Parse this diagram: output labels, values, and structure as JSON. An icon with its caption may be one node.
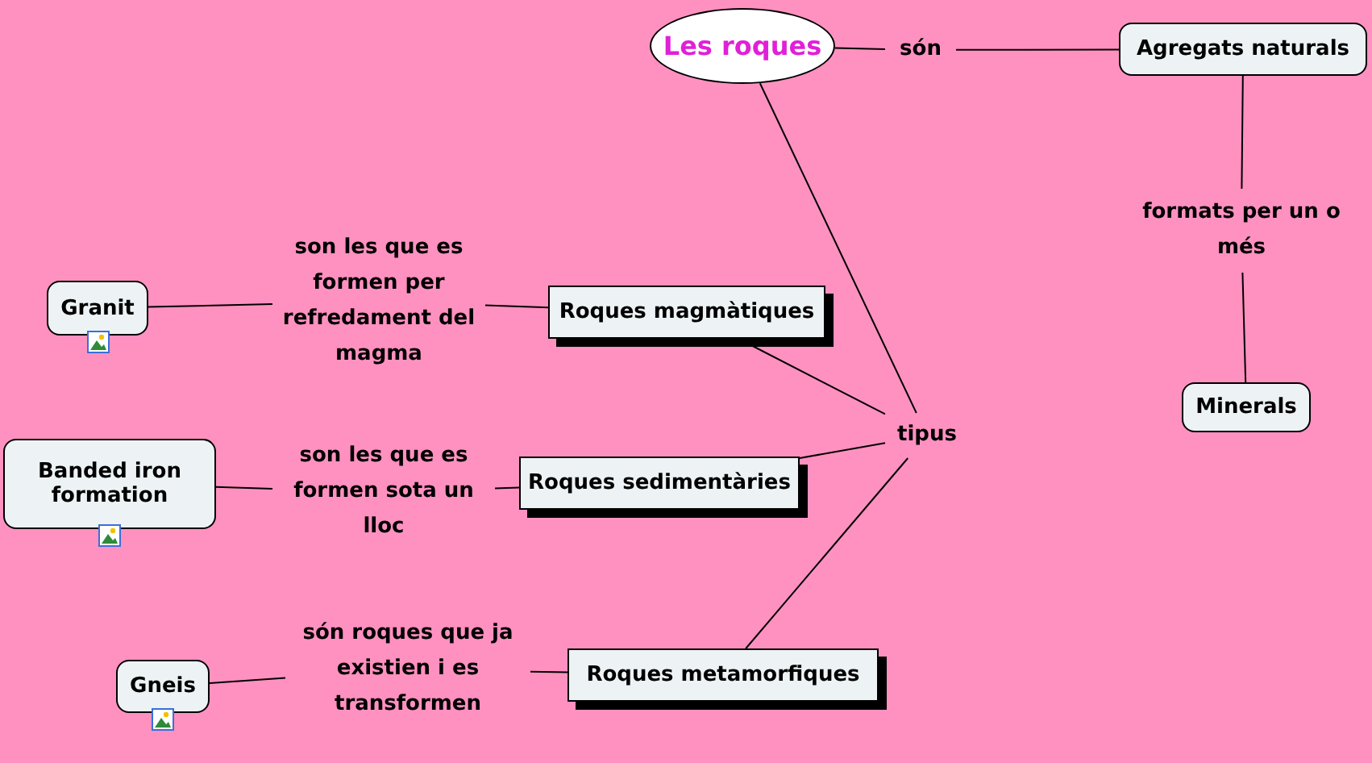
{
  "diagram": {
    "nodes": [
      {
        "text": [
          "Les roques"
        ]
      },
      {
        "text": [
          "són"
        ]
      },
      {
        "text": [
          "Agregats naturals"
        ]
      },
      {
        "text": [
          "formats per un o més"
        ]
      },
      {
        "text": [
          "Minerals"
        ]
      },
      {
        "text": [
          "tipus"
        ]
      },
      {
        "text": [
          "Roques magmàtiques"
        ]
      },
      {
        "text": [
          "Roques sedimentàries"
        ]
      },
      {
        "text": [
          "Roques metamorfiques"
        ]
      },
      {
        "text": [
          "son les que es formen per refredament del magma"
        ]
      },
      {
        "text": [
          "son les que es formen sota un lloc"
        ]
      },
      {
        "text": [
          "són roques que ja existien i es transformen"
        ]
      },
      {
        "text": [
          "Granit"
        ]
      },
      {
        "text": [
          "Banded iron formation"
        ]
      },
      {
        "text": [
          "Gneis"
        ]
      }
    ],
    "edges": [
      {
        "from": 0,
        "to": 1,
        "arrow": "none"
      },
      {
        "from": 1,
        "to": 2,
        "arrow": "none"
      },
      {
        "from": 2,
        "to": 3,
        "arrow": "none"
      },
      {
        "from": 3,
        "to": 4,
        "arrow": "none"
      },
      {
        "from": 0,
        "to": 5,
        "arrow": "none"
      },
      {
        "from": 6,
        "to": 5,
        "arrow": "none"
      },
      {
        "from": 7,
        "to": 5,
        "arrow": "none"
      },
      {
        "from": 8,
        "to": 5,
        "arrow": "none"
      },
      {
        "from": 9,
        "to": 6,
        "arrow": "none"
      },
      {
        "from": 12,
        "to": 9,
        "arrow": "none"
      },
      {
        "from": 10,
        "to": 7,
        "arrow": "none"
      },
      {
        "from": 13,
        "to": 10,
        "arrow": "none"
      },
      {
        "from": 11,
        "to": 8,
        "arrow": "none"
      },
      {
        "from": 14,
        "to": 11,
        "arrow": "none"
      }
    ]
  }
}
